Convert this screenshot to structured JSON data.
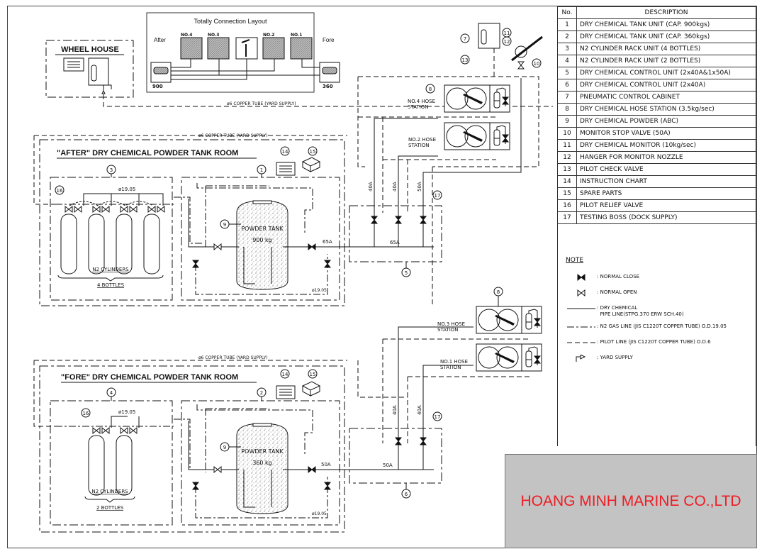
{
  "connection_layout": {
    "title": "Totally Connection Layout",
    "after_label": "After",
    "fore_label": "Fore",
    "after_tank": "900",
    "fore_tank": "360",
    "stations": [
      "NO.4",
      "NO.3",
      "NO.2",
      "NO.1"
    ]
  },
  "wheel_house": {
    "title": "WHEEL HOUSE"
  },
  "tube_labels": {
    "yard_supply_1": "ø6 COPPER TUBE (YARD SUPPLY)",
    "yard_supply_2": "ø6 COPPER TUBE (YARD SUPPLY)",
    "yard_supply_3": "ø6 COPPER TUBE (YARD SUPPLY)"
  },
  "after_room": {
    "title": "\"AFTER\" DRY CHEMICAL POWDER TANK ROOM",
    "cylinder_rack_ref": "3",
    "tank_ref": "1",
    "relief_ref": "16",
    "powder_ref": "9",
    "chart_ref": "14",
    "spare_ref": "15",
    "manifold_size": "ø19.05",
    "cylinders_label": "N2 CYLINDERS",
    "bottles_label": "4 BOTTLES",
    "tank_label": "POWDER TANK",
    "tank_capacity": "900 kg",
    "outlet_size": "65A",
    "return_size": "ø19.05"
  },
  "fore_room": {
    "title": "\"FORE\" DRY CHEMICAL POWDER TANK ROOM",
    "cylinder_rack_ref": "4",
    "tank_ref": "2",
    "relief_ref": "16",
    "powder_ref": "9",
    "chart_ref": "14",
    "spare_ref": "15",
    "manifold_size": "ø19.05",
    "cylinders_label": "N2 CYLINDERS",
    "bottles_label": "2 BOTTLES",
    "tank_label": "POWDER TANK",
    "tank_capacity": "360 kg",
    "outlet_size": "50A",
    "return_size": "ø19.05"
  },
  "after_control": {
    "ref": "5",
    "branch_sizes": [
      "40A",
      "40A",
      "50A"
    ],
    "header_size": "65A",
    "test_boss_ref": "17"
  },
  "fore_control": {
    "ref": "6",
    "branch_sizes": [
      "40A",
      "40A"
    ],
    "header_size": "50A",
    "test_boss_ref": "17"
  },
  "hose_stations": {
    "ref": "8",
    "no4": [
      "NO.4 HOSE",
      "STATION"
    ],
    "no2": [
      "NO.2 HOSE",
      "STATION"
    ],
    "no3": [
      "NO.3 HOSE",
      "STATION"
    ],
    "no1": [
      "NO.1 HOSE",
      "STATION"
    ]
  },
  "monitor": {
    "cabinet_ref": "7",
    "monitor_ref": "11",
    "hanger_ref": "12",
    "check_valve_ref": "13",
    "stop_valve_ref": "10"
  },
  "parts_list": {
    "header_no": "No.",
    "header_desc": "DESCRIPTION",
    "items": [
      {
        "no": "1",
        "desc": "DRY CHEMICAL TANK UNIT (CAP. 900kgs)"
      },
      {
        "no": "2",
        "desc": "DRY CHEMICAL TANK UNIT (CAP. 360kgs)"
      },
      {
        "no": "3",
        "desc": "N2 CYLINDER RACK UNIT (4 BOTTLES)"
      },
      {
        "no": "4",
        "desc": "N2 CYLINDER RACK UNIT (2 BOTTLES)"
      },
      {
        "no": "5",
        "desc": "DRY CHEMICAL CONTROL UNIT (2x40A&1x50A)"
      },
      {
        "no": "6",
        "desc": "DRY CHEMICAL CONTROL UNIT (2x40A)"
      },
      {
        "no": "7",
        "desc": "PNEUMATIC CONTROL CABINET"
      },
      {
        "no": "8",
        "desc": "DRY CHEMICAL HOSE STATION (3.5kg/sec)"
      },
      {
        "no": "9",
        "desc": "DRY CHEMICAL POWDER (ABC)"
      },
      {
        "no": "10",
        "desc": "MONITOR STOP VALVE (50A)"
      },
      {
        "no": "11",
        "desc": "DRY CHEMICAL MONITOR (10kg/sec)"
      },
      {
        "no": "12",
        "desc": "HANGER FOR MONITOR NOZZLE"
      },
      {
        "no": "13",
        "desc": "PILOT CHECK VALVE"
      },
      {
        "no": "14",
        "desc": "INSTRUCTION CHART"
      },
      {
        "no": "15",
        "desc": "SPARE PARTS"
      },
      {
        "no": "16",
        "desc": "PILOT RELIEF VALVE"
      },
      {
        "no": "17",
        "desc": "TESTING BOSS (DOCK SUPPLY)"
      }
    ]
  },
  "note": {
    "title": "NOTE",
    "items": [
      {
        "symbol": "valve-closed-icon",
        "text": ": NORMAL CLOSE"
      },
      {
        "symbol": "valve-open-icon",
        "text": ": NORMAL OPEN"
      },
      {
        "symbol": "solid-line-icon",
        "text": ": DRY CHEMICAL\n  PIPE LINE(STPG.370 ERW SCH.40)"
      },
      {
        "symbol": "dash-dot-line-icon",
        "text": ": N2 GAS LINE (JIS C1220T COPPER TUBE) O.D.19.05"
      },
      {
        "symbol": "dashed-line-icon",
        "text": ": PILOT LINE (JIS C1220T COPPER TUBE) O.D.6"
      },
      {
        "symbol": "yard-supply-icon",
        "text": ": YARD SUPPLY"
      }
    ]
  },
  "company": {
    "name": "HOANG MINH MARINE CO.,LTD",
    "color": "#ee1c24",
    "panel_color": "#c3c3c3"
  }
}
